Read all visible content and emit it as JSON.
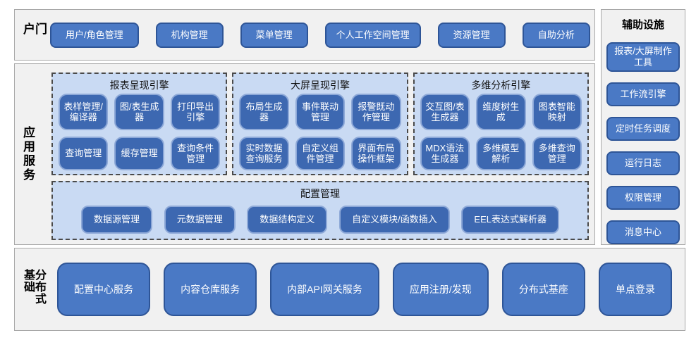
{
  "portal": {
    "label": "门户",
    "items": [
      "用户/角色管理",
      "机构管理",
      "菜单管理",
      "个人工作空间管理",
      "资源管理",
      "自助分析"
    ]
  },
  "app_services": {
    "label": "应用服务",
    "engines": [
      {
        "title": "报表呈现引擎",
        "items": [
          "表样管理/编译器",
          "图/表生成器",
          "打印导出引擎",
          "查询管理",
          "缓存管理",
          "查询条件管理"
        ]
      },
      {
        "title": "大屏呈现引擎",
        "items": [
          "布局生成器",
          "事件联动管理",
          "报警既动作管理",
          "实时数据查询服务",
          "自定义组件管理",
          "界面布局操作框架"
        ]
      },
      {
        "title": "多维分析引擎",
        "items": [
          "交互图/表生成器",
          "维度树生成",
          "图表智能映射",
          "MDX语法生成器",
          "多维模型解析",
          "多维查询管理"
        ]
      }
    ],
    "config": {
      "title": "配置管理",
      "items": [
        "数据源管理",
        "元数据管理",
        "数据结构定义",
        "自定义模块/函数插入",
        "EEL表达式解析器"
      ]
    }
  },
  "auxiliary": {
    "title": "辅助设施",
    "items": [
      "报表/大屏制作工具",
      "工作流引擎",
      "定时任务调度",
      "运行日志",
      "权限管理",
      "消息中心"
    ]
  },
  "distributed": {
    "label": "分布式基础",
    "items": [
      "配置中心服务",
      "内容仓库服务",
      "内部API网关服务",
      "应用注册/发现",
      "分布式基座",
      "单点登录"
    ]
  },
  "colors": {
    "node_blue": "#4a79c5",
    "node_dark_blue": "#3d68b1",
    "node_border": "#2e5597",
    "inner_node_border": "#8ea9d8",
    "group_bg": "#c9daf3",
    "section_bg": "#f1f1f1",
    "section_border": "#a8a8a8"
  }
}
